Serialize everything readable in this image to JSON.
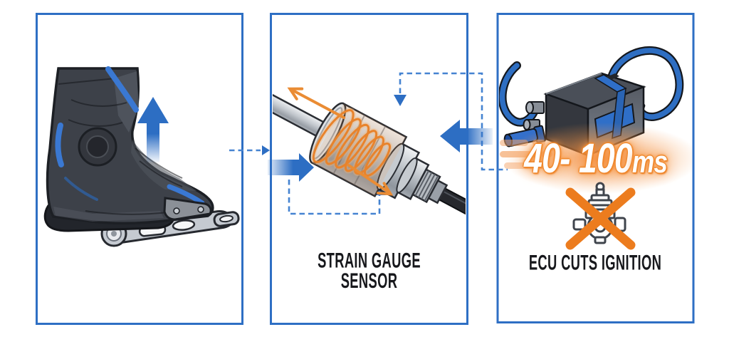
{
  "colors": {
    "panel_border": "#2e6fc4",
    "arrow_blue": "#2d6ec3",
    "dashed_blue": "#4583d1",
    "coil_orange": "#e8832c",
    "glow_orange": "#f08a38",
    "cross_orange": "#ec7c1e",
    "cable_blue": "#2e6ec2",
    "caption_text": "#17181c",
    "reaction_text": "#ffffff"
  },
  "left_panel": {
    "illustration": "motorcycle-boot-lifting-gear-lever",
    "upshift_arrow_icon": "up-arrow"
  },
  "middle_panel": {
    "caption_line1": "STRAIN GAUGE",
    "caption_line2": "SENSOR",
    "illustration": "strain-gauge-sensor-on-shift-rod",
    "force_arrow_icons": [
      "right-arrow",
      "left-arrow"
    ],
    "signal_path_icon": "dashed-arrow-path"
  },
  "right_panel": {
    "caption": "ECU CUTS IGNITION",
    "reaction_time_value": "40- 100",
    "reaction_time_unit": "ms",
    "illustration": "ecu-module-with-cables",
    "spark_plug_icon": "spark-plug-crossed-out"
  }
}
